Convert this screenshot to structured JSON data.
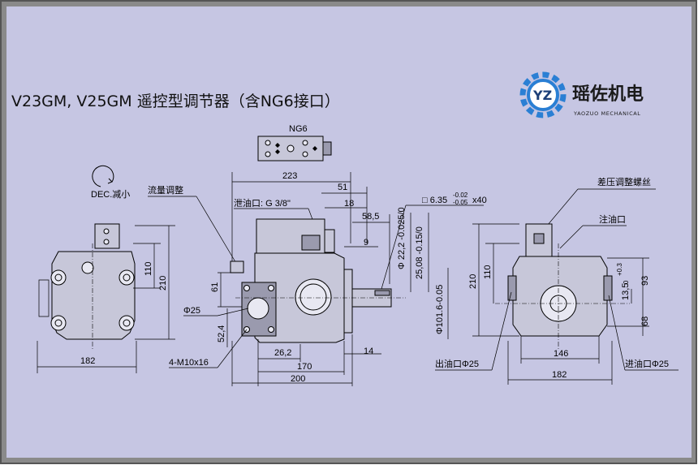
{
  "title": "V23GM, V25GM 遥控型调节器（含NG6接口）",
  "logo": {
    "name": "瑶佐机电",
    "subtitle": "YAOZUO MECHANICAL",
    "colors": {
      "gear": "#2a7fd4",
      "frame": "#1c3f78"
    }
  },
  "colors": {
    "background": "#c6c6e3",
    "frame": "#6e6e6e"
  },
  "left_view": {
    "dec_label": "DEC.减小",
    "width_dim": "182",
    "dim_110": "110",
    "dim_210": "210"
  },
  "side_view": {
    "ng6_label": "NG6",
    "label_flow_adjust": "流量调整",
    "label_drain": "泄油口: G 3/8\"",
    "label_phi25": "Φ25",
    "label_bolts": "4-M10x16",
    "dim_223": "223",
    "dim_51": "51",
    "dim_18": "18",
    "dim_58_5": "58,5",
    "dim_9": "9",
    "dim_61": "61",
    "dim_52_4": "52,4",
    "dim_26_2": "26,2",
    "dim_170": "170",
    "dim_14": "14",
    "dim_200": "200"
  },
  "shaft": {
    "key_dim": "□ 6.35 -0.02/-0.05 x40",
    "key_main": "□ 6.35",
    "key_upper": "-0.02",
    "key_lower": "-0.05",
    "key_tail": "x40",
    "dia_22": "Φ 22,2 -0.025/0",
    "dia_25": "25,08 -0.15/0",
    "dia_101": "Φ101.6-0.05"
  },
  "right_view": {
    "label_pressure_screw": "差压调整螺丝",
    "label_oil_inlet": "注油口",
    "label_outlet": "出油口Φ25",
    "label_inlet": "进油口Φ25",
    "dim_210": "210",
    "dim_110": "110",
    "dim_plus03": "+0.3",
    "dim_0": "0",
    "dim_13_5": "13,5",
    "dim_93": "93",
    "dim_68": "68",
    "dim_146": "146",
    "dim_182": "182"
  }
}
